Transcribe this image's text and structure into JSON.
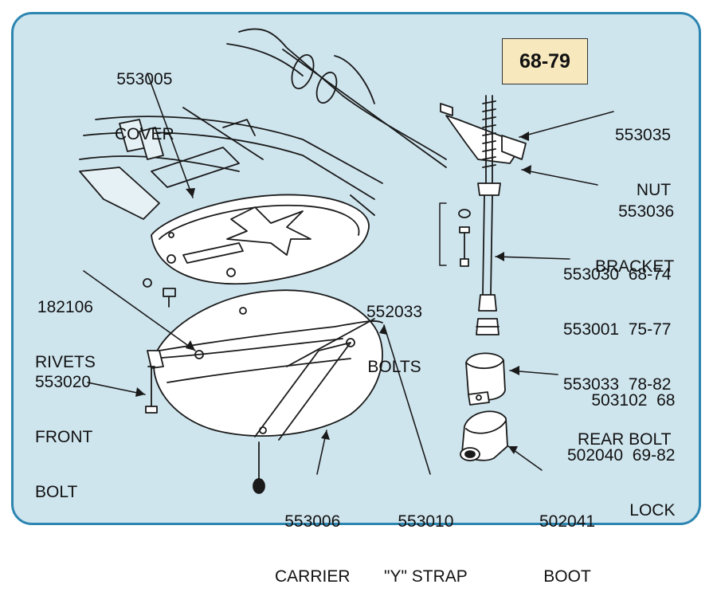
{
  "year_badge": "68-79",
  "callouts": {
    "cover": {
      "part": "553005",
      "name": "COVER"
    },
    "nut": {
      "part": "553035",
      "name": "NUT"
    },
    "bracket": {
      "part": "553036",
      "name": "BRACKET"
    },
    "rear_bolt": {
      "rows": [
        "553030  68-74",
        "553001  75-77",
        "553033  78-82"
      ],
      "name": "REAR BOLT"
    },
    "bolts": {
      "part": "552033",
      "name": "BOLTS"
    },
    "rivets": {
      "part": "182106",
      "name": "RIVETS"
    },
    "front_bolt": {
      "part": "553020",
      "line2": "FRONT",
      "line3": "BOLT"
    },
    "lock": {
      "rows": [
        "503102  68",
        "502040  69-82"
      ],
      "name": "LOCK"
    },
    "carrier": {
      "part": "553006",
      "name": "CARRIER"
    },
    "y_strap": {
      "part": "553010",
      "name": "\"Y\" STRAP"
    },
    "boot": {
      "part": "502041",
      "name": "BOOT"
    }
  },
  "colors": {
    "frame_border": "#2d86b1",
    "frame_fill": "#cfe5ee",
    "badge_fill": "#f7e8bd"
  }
}
